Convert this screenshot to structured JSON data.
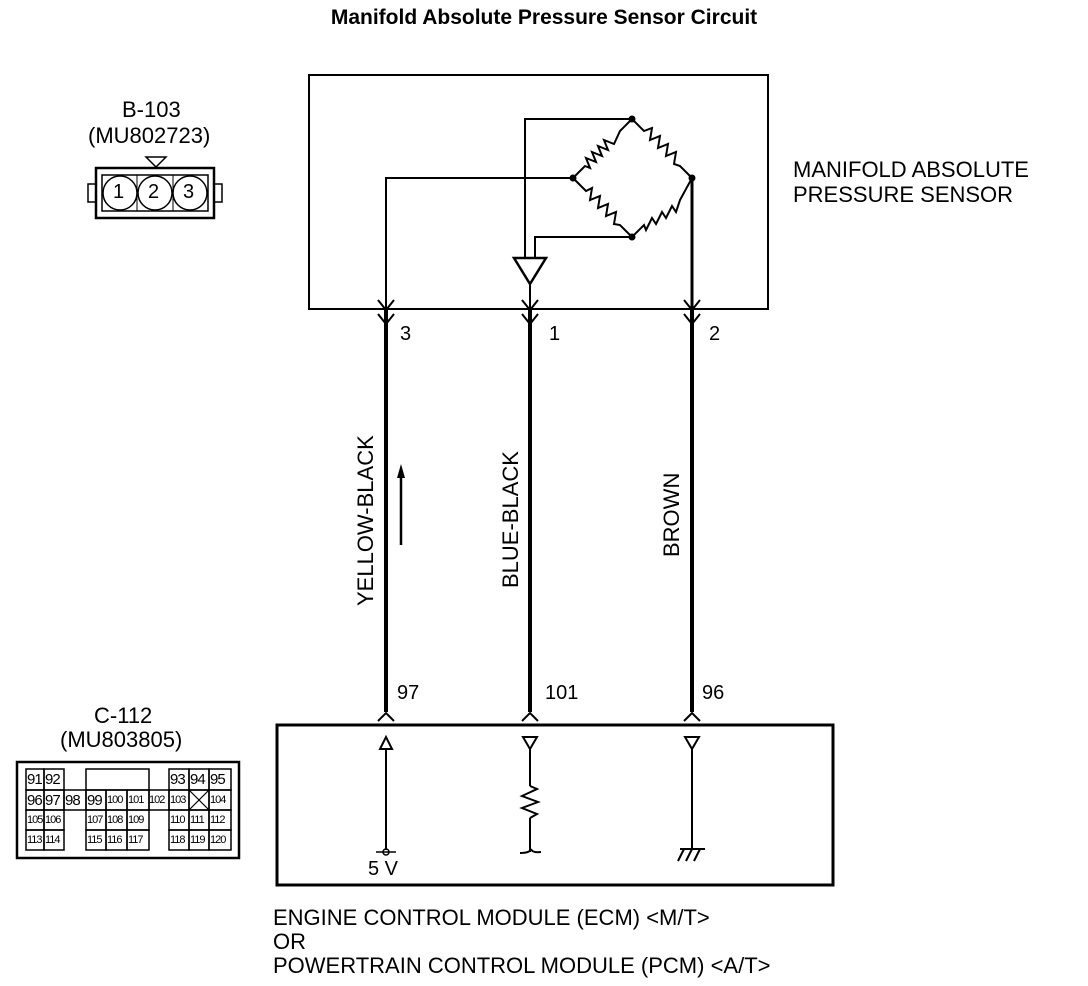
{
  "title": "Manifold Absolute Pressure Sensor Circuit",
  "connector_b103": {
    "id": "B-103",
    "part": "(MU802723)",
    "pins": [
      "1",
      "2",
      "3"
    ]
  },
  "sensor": {
    "label_line1": "MANIFOLD ABSOLUTE",
    "label_line2": "PRESSURE SENSOR",
    "pins": [
      "3",
      "1",
      "2"
    ]
  },
  "wires": [
    {
      "color": "YELLOW-BLACK",
      "sensor_pin": "3",
      "ecm_pin": "97"
    },
    {
      "color": "BLUE-BLACK",
      "sensor_pin": "1",
      "ecm_pin": "101"
    },
    {
      "color": "BROWN",
      "sensor_pin": "2",
      "ecm_pin": "96"
    }
  ],
  "connector_c112": {
    "id": "C-112",
    "part": "(MU803805)",
    "row1": [
      "91",
      "92",
      "",
      "93",
      "94",
      "95"
    ],
    "row2": [
      "96",
      "97",
      "98",
      "99",
      "100",
      "101",
      "102",
      "103",
      "",
      "104"
    ],
    "row3": [
      "105",
      "106",
      "107",
      "108",
      "109",
      "110",
      "111",
      "112"
    ],
    "row4": [
      "113",
      "114",
      "115",
      "116",
      "117",
      "118",
      "119",
      "120"
    ]
  },
  "ecm": {
    "supply": "5 V",
    "label_line1": "ENGINE CONTROL MODULE (ECM) <M/T>",
    "label_line2": "OR",
    "label_line3": "POWERTRAIN CONTROL MODULE (PCM) <A/T>"
  }
}
